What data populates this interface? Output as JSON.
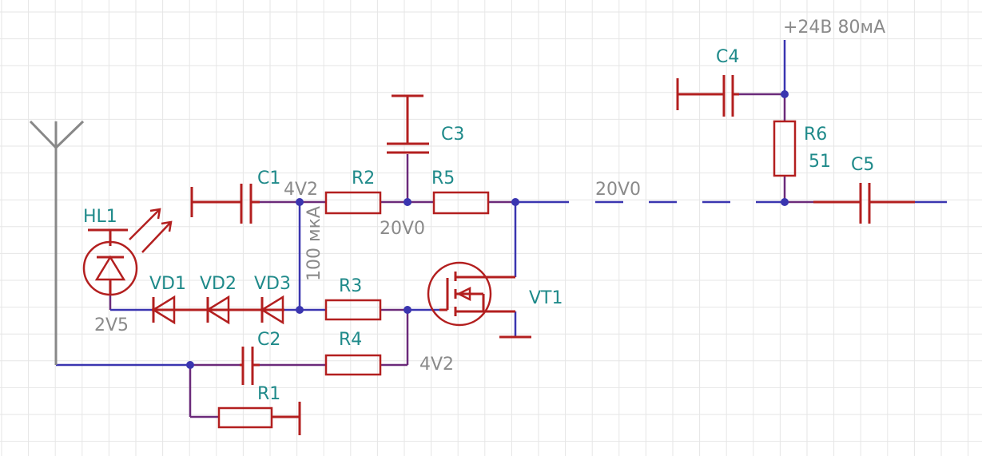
{
  "colors": {
    "wire": "#3a35b0",
    "component": "#b31f1f",
    "reference_text": "#1f8a8a",
    "value_text": "#8a8a8a",
    "grid": "#e6e6e6"
  },
  "components": {
    "hl1": "HL1",
    "vd1": "VD1",
    "vd2": "VD2",
    "vd3": "VD3",
    "c1": "C1",
    "c2": "C2",
    "c3": "C3",
    "c4": "C4",
    "c5": "C5",
    "r1": "R1",
    "r2": "R2",
    "r3": "R3",
    "r4": "R4",
    "r5": "R5",
    "r6": "R6",
    "vt1": "VT1"
  },
  "values": {
    "r6": "51",
    "hl1_voltage": "2V5",
    "node_c1_r2": "4V2",
    "node_r2_r5": "20V0",
    "drain_line": "20V0",
    "gate_node": "4V2",
    "current_100": "100 мкА",
    "supply": "+24В 80мА"
  },
  "icons": [
    "antenna-icon",
    "led-icon",
    "diode-icon",
    "mosfet-icon",
    "ground-icon"
  ]
}
